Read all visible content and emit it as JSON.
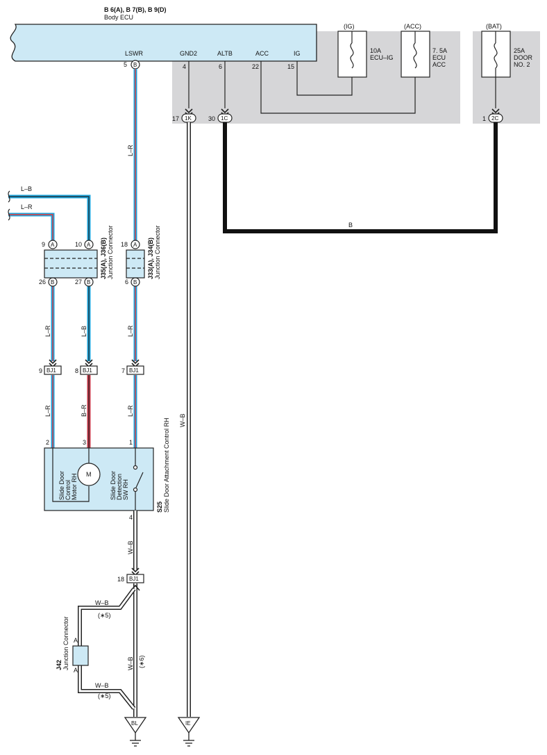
{
  "ecu": {
    "title_code": "B 6(A), B 7(B), B 9(D)",
    "title_name": "Body ECU",
    "pin_labels": [
      "LSWR",
      "GND2",
      "ALTB",
      "ACC",
      "IG"
    ],
    "pin_numbers": [
      "5",
      "4",
      "6",
      "22",
      "15"
    ],
    "lswr_connector": "B"
  },
  "fuses": [
    {
      "supply": "(IG)",
      "rating": "10A",
      "name1": "ECU–IG",
      "name2": ""
    },
    {
      "supply": "(ACC)",
      "rating": "7. 5A",
      "name1": "ECU",
      "name2": "ACC"
    },
    {
      "supply": "(BAT)",
      "rating": "25A",
      "name1": "DOOR",
      "name2": "NO. 2"
    }
  ],
  "connectors": {
    "c1k": {
      "pin": "17",
      "code": "1K"
    },
    "c1c": {
      "pin": "30",
      "code": "1C"
    },
    "c2c": {
      "pin": "1",
      "code": "2C"
    }
  },
  "wires": {
    "lb": "L–B",
    "lr": "L–R",
    "b": "B",
    "br": "B–R",
    "wb": "W–B"
  },
  "junctions": {
    "j35": {
      "name": "J35(A), J36(B)",
      "desc": "Junction Connector",
      "pins_top": [
        "9",
        "10"
      ],
      "pins_bottom": [
        "26",
        "27"
      ],
      "conn_top": "A",
      "conn_bottom": "B"
    },
    "j33": {
      "name": "J33(A), J34(B)",
      "desc": "Junction Connector",
      "pins_top": [
        "18"
      ],
      "pins_bottom": [
        "6"
      ],
      "conn_top": "A",
      "conn_bottom": "B"
    },
    "j42": {
      "name": "J42",
      "desc": "Junction Connector",
      "pin_a": "A"
    }
  },
  "bj1": {
    "code": "BJ1",
    "pins": [
      "9",
      "8",
      "7",
      "18"
    ]
  },
  "s25": {
    "code": "S25",
    "name": "Slide Door Attachment Control RH",
    "pins": [
      "2",
      "3",
      "1",
      "4"
    ],
    "motor_label": [
      "Slide Door",
      "Control",
      "Motor RH"
    ],
    "motor_symbol": "M",
    "switch_label": [
      "Slide Door",
      "Detection",
      "SW RH"
    ]
  },
  "notes": {
    "n5": "(∗5)",
    "n6": "(∗6)"
  },
  "grounds": [
    "BL",
    "IE"
  ]
}
